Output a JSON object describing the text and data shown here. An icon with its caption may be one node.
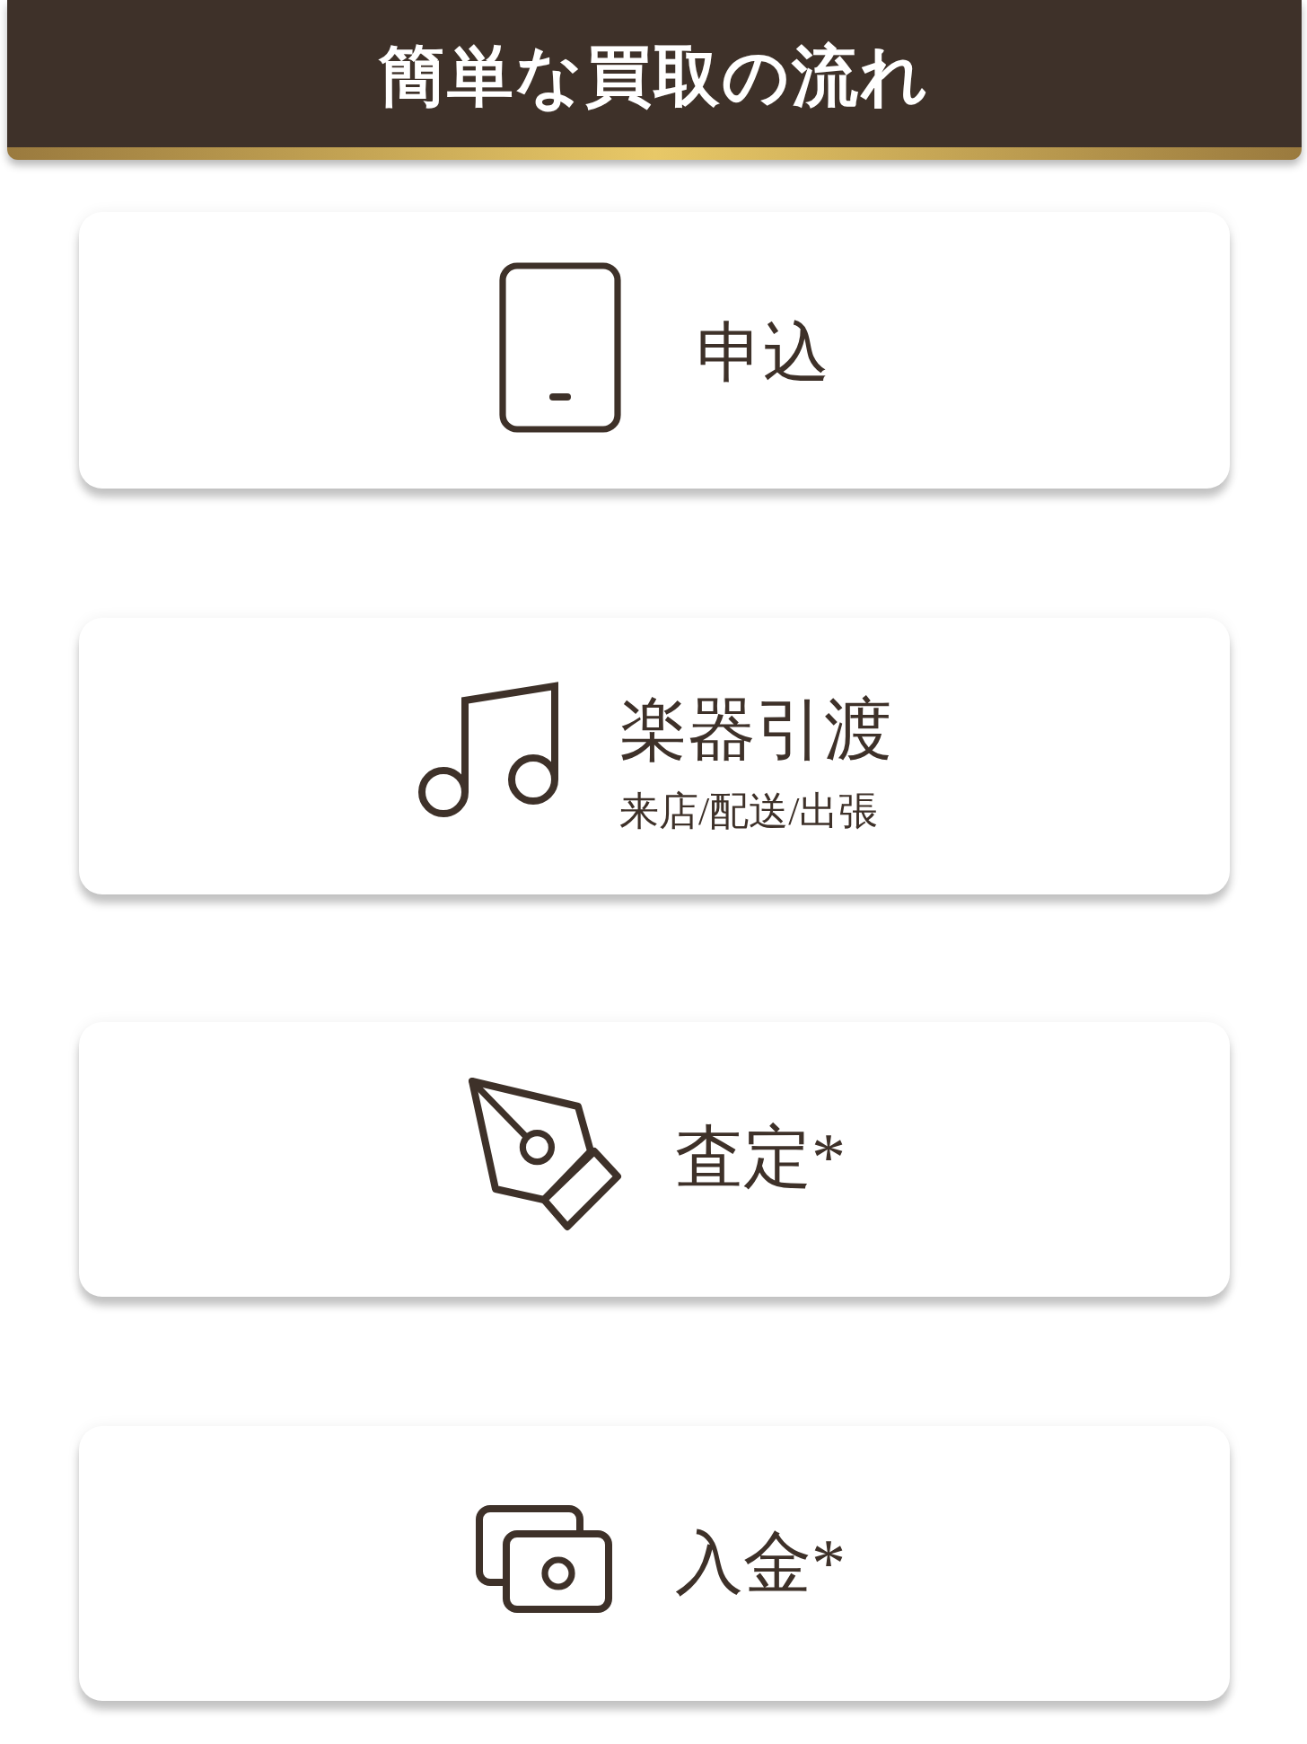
{
  "diagram": {
    "title": "簡単な買取の流れ",
    "nodes": [
      {
        "text": [
          "申込"
        ]
      },
      {
        "text": [
          "楽器引渡",
          "来店/配送/出張"
        ]
      },
      {
        "text": [
          "査定*"
        ]
      },
      {
        "text": [
          "入金*"
        ]
      }
    ]
  }
}
